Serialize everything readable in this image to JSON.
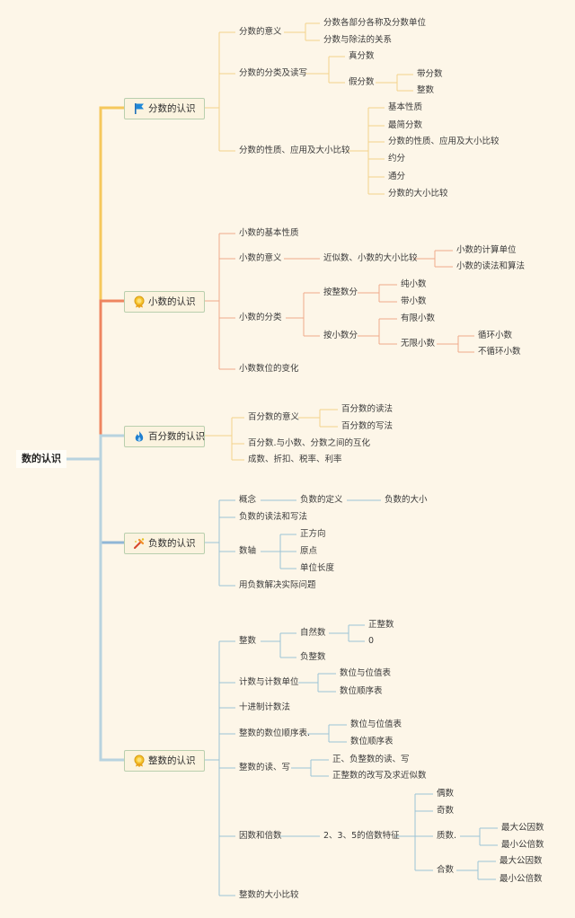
{
  "root": "数的认识",
  "colors": {
    "branch1": "#f5c85c",
    "branch2": "#ee8560",
    "branch3": "#b8d3df",
    "branch4": "#b8d3df",
    "branch5": "#b8d3df",
    "line": "#e9d29b"
  },
  "icons": {
    "b1": "flag-icon",
    "b2": "medal-icon",
    "b3": "flame-icon",
    "b4": "tools-icon",
    "b5": "medal-icon"
  },
  "branches": [
    {
      "label": "分数的认识",
      "items": [
        {
          "label": "分数的意义",
          "children": [
            "分数各部分各称及分数单位",
            "分数与除法的关系"
          ]
        },
        {
          "label": "分数的分类及读写",
          "children": [
            "真分数",
            "假分数",
            "带分数",
            "整数"
          ]
        },
        {
          "label": "分数的性质、应用及大小比较",
          "children": [
            "基本性质",
            "最简分数",
            "分数的性质、应用及大小比较",
            "约分",
            "通分",
            "分数的大小比较"
          ]
        }
      ]
    },
    {
      "label": "小数的认识",
      "items": [
        {
          "label": "小数的基本性质"
        },
        {
          "label": "小数的意义",
          "children": [
            "近似数、小数的大小比较",
            "小数的计算单位",
            "小数的读法和算法"
          ]
        },
        {
          "label": "小数的分类",
          "children": [
            "按整数分",
            "纯小数",
            "带小数",
            "按小数分",
            "有限小数",
            "无限小数",
            "循环小数",
            "不循环小数"
          ]
        },
        {
          "label": "小数数位的变化"
        }
      ]
    },
    {
      "label": "百分数的认识",
      "items": [
        {
          "label": "百分数的意义",
          "children": [
            "百分数的读法",
            "百分数的写法"
          ]
        },
        {
          "label": "百分数.与小数、分数之间的互化"
        },
        {
          "label": "成数、折扣、税率、利率"
        }
      ]
    },
    {
      "label": "负数的认识",
      "items": [
        {
          "label": "概念",
          "children": [
            "负数的定义",
            "负数的大小"
          ]
        },
        {
          "label": "负数的读法和写法"
        },
        {
          "label": "数轴",
          "children": [
            "正方向",
            "原点",
            "单位长度"
          ]
        },
        {
          "label": "用负数解决实际问题"
        }
      ]
    },
    {
      "label": "整数的认识",
      "items": [
        {
          "label": "整数",
          "children": [
            "自然数",
            "正整数",
            "0",
            "负整数"
          ]
        },
        {
          "label": "计数与计数单位",
          "children": [
            "数位与位值表",
            "数位顺序表"
          ]
        },
        {
          "label": "十进制计数法"
        },
        {
          "label": "整数的数位顺序表.",
          "children": [
            "数位与位值表",
            "数位顺序表"
          ]
        },
        {
          "label": "整数的读、写",
          "children": [
            "正、负整数的读、写",
            "正整数的改写及求近似数"
          ]
        },
        {
          "label": "因数和倍数",
          "children": [
            "2、3、5的倍数特征",
            "偶数",
            "奇数",
            "质数.",
            "最大公因数",
            "最小公倍数",
            "合数",
            "最大公因数",
            "最小公倍数"
          ]
        },
        {
          "label": "整数的大小比较"
        }
      ]
    }
  ]
}
